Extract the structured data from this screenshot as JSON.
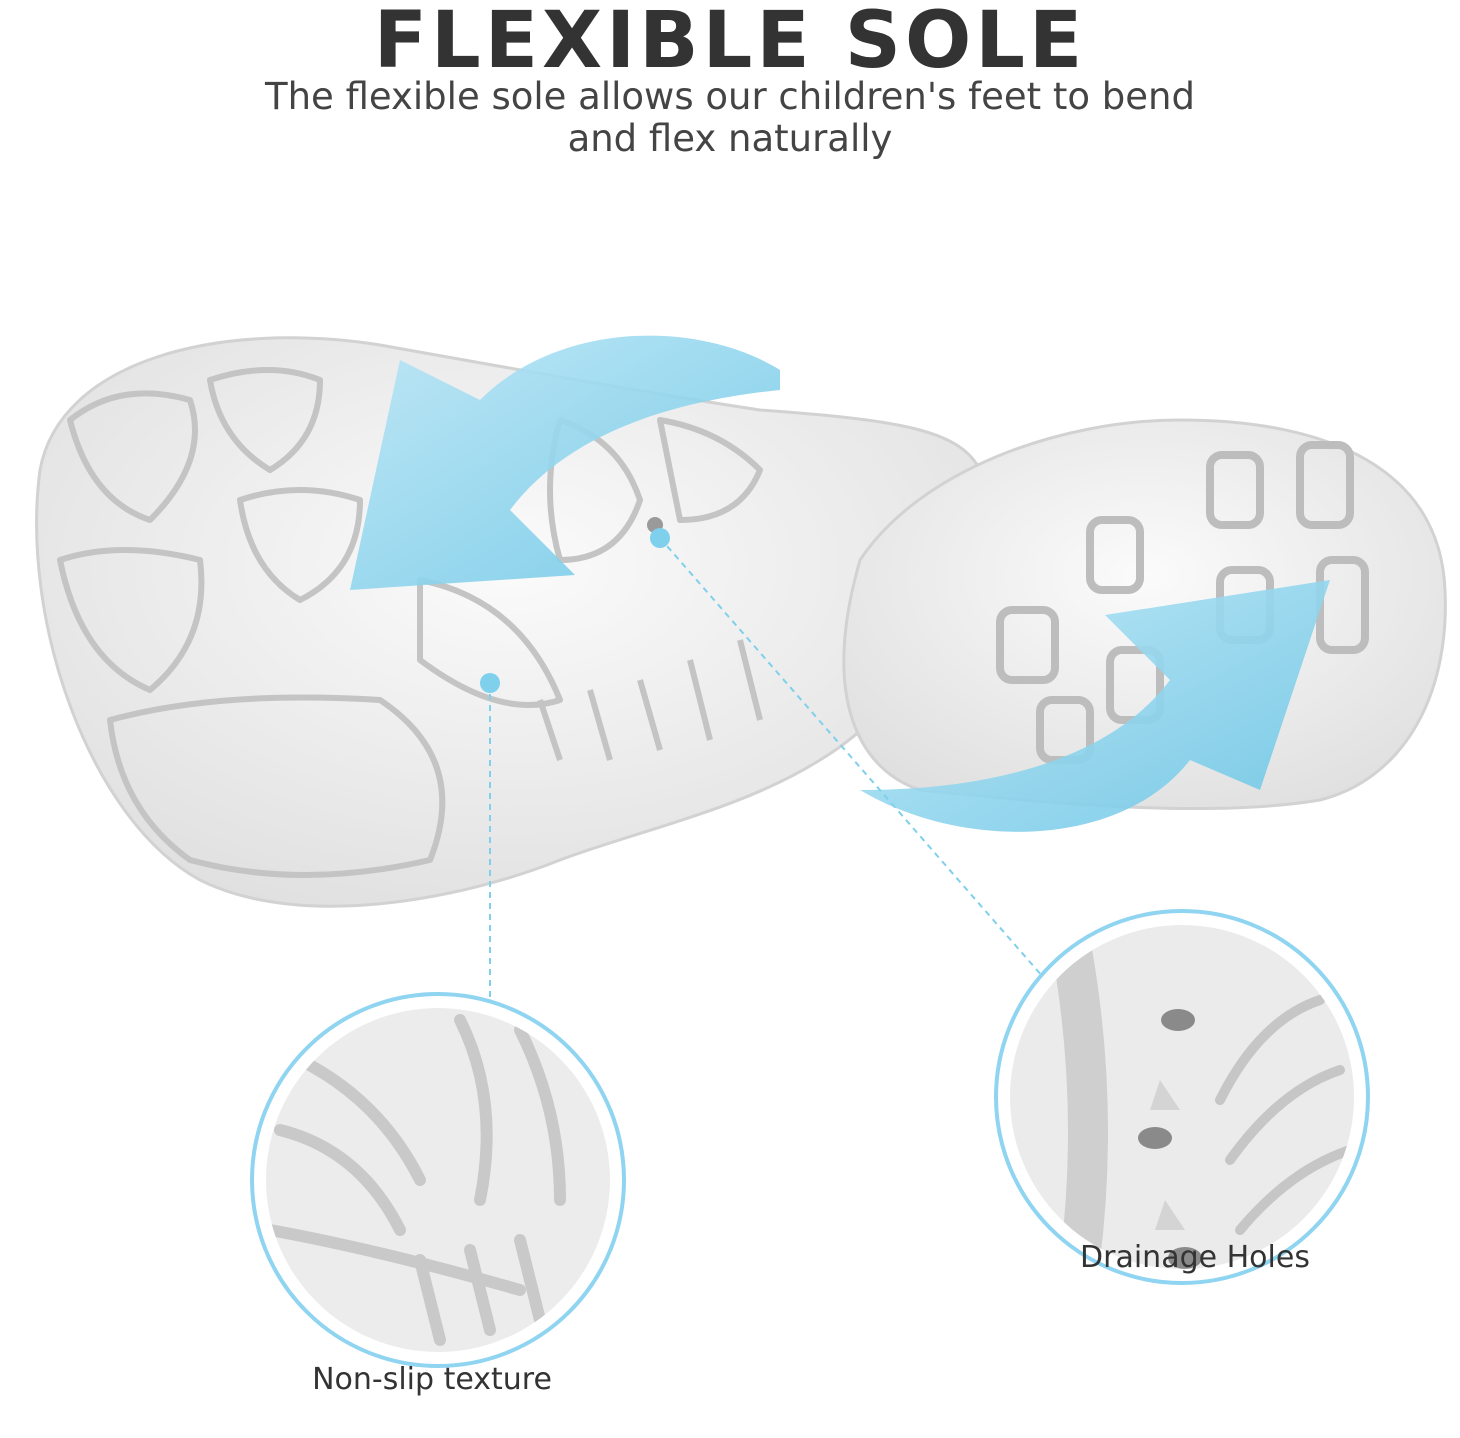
{
  "header": {
    "title": "FLEXIBLE SOLE",
    "subtitle_line1": "The flexible sole allows our children's feet to bend",
    "subtitle_line2": "and flex naturally"
  },
  "callouts": {
    "left_label": "Non-slip texture",
    "right_label": "Drainage Holes"
  },
  "colors": {
    "accent": "#7fd0ec",
    "ring": "#8fd4f0",
    "sole": "#f0f0f0",
    "sole_shadow": "#cfcfcf",
    "text": "#333333"
  }
}
